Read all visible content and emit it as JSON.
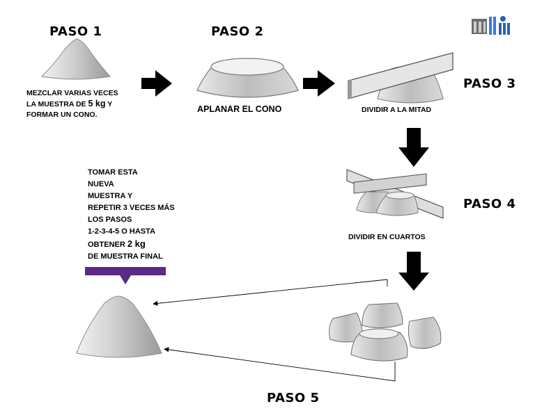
{
  "steps": {
    "s1": "PASO 1",
    "s2": "PASO 2",
    "s3": "PASO 3",
    "s4": "PASO 4",
    "s5": "PASO 5"
  },
  "captions": {
    "s1_line1": "MEZCLAR VARIAS VECES",
    "s1_line2_pre": "LA MUESTRA DE ",
    "s1_line2_big": "5 kg",
    "s1_line2_post": " Y",
    "s1_line3": "FORMAR UN CONO.",
    "s2": "APLANAR EL CONO",
    "s3": "DIVIDIR A LA MITAD",
    "s4": "DIVIDIR EN CUARTOS"
  },
  "instruction": {
    "l1": "TOMAR ESTA",
    "l2": "NUEVA",
    "l3": "MUESTRA Y",
    "l4": "REPETIR 3 VECES MÁS",
    "l5": "LOS PASOS",
    "l6": "1-2-3-4-5  O HASTA",
    "l7_pre": "OBTENER ",
    "l7_big": "2 kg",
    "l8": "DE MUESTRA FINAL"
  },
  "colors": {
    "callout": "#5b2a86",
    "arrow": "#000000",
    "logo_gray": "#7a7a7a",
    "logo_blue": "#3a7bd5"
  },
  "icons": [
    "logo-icon"
  ]
}
